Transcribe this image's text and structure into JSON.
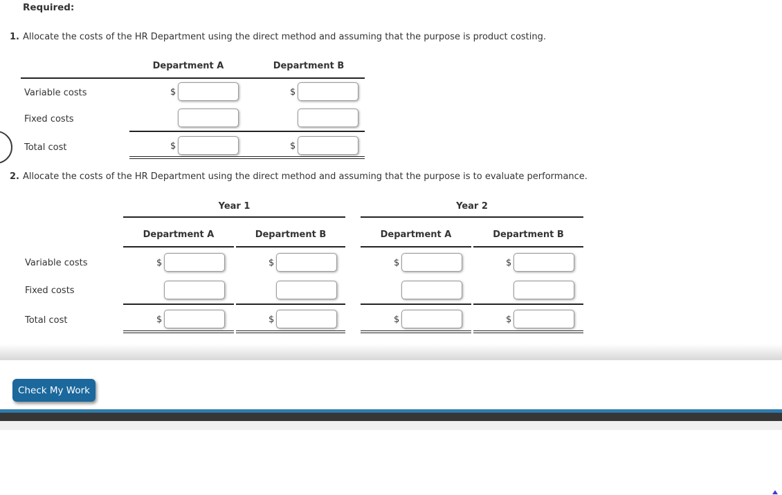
{
  "header": {
    "required_label": "Required:"
  },
  "questions": [
    {
      "number": "1.",
      "text": "Allocate the costs of the HR Department using the direct method and assuming that the purpose is product costing."
    },
    {
      "number": "2.",
      "text": "Allocate the costs of the HR Department using the direct method and assuming that the purpose is to evaluate performance."
    }
  ],
  "symbols": {
    "dollar": "$"
  },
  "table1": {
    "column_headers": [
      "Department A",
      "Department B"
    ],
    "row_labels": [
      "Variable costs",
      "Fixed costs",
      "Total cost"
    ],
    "inputs": {
      "variable_a": "",
      "variable_b": "",
      "fixed_a": "",
      "fixed_b": "",
      "total_a": "",
      "total_b": ""
    }
  },
  "table2": {
    "year_headers": [
      "Year 1",
      "Year 2"
    ],
    "column_headers": [
      "Department A",
      "Department B",
      "Department A",
      "Department B"
    ],
    "row_labels": [
      "Variable costs",
      "Fixed costs",
      "Total cost"
    ],
    "inputs": {
      "variable_y1a": "",
      "variable_y1b": "",
      "variable_y2a": "",
      "variable_y2b": "",
      "fixed_y1a": "",
      "fixed_y1b": "",
      "fixed_y2a": "",
      "fixed_y2b": "",
      "total_y1a": "",
      "total_y1b": "",
      "total_y2a": "",
      "total_y2b": ""
    }
  },
  "footer": {
    "check_button_label": "Check My Work"
  },
  "colors": {
    "button_blue": "#1B689D",
    "bar_blue": "#2E7CAD",
    "bar_dark": "#363636",
    "strip_gray": "#F0F0F0",
    "text": "#333333",
    "rule": "#222222"
  }
}
